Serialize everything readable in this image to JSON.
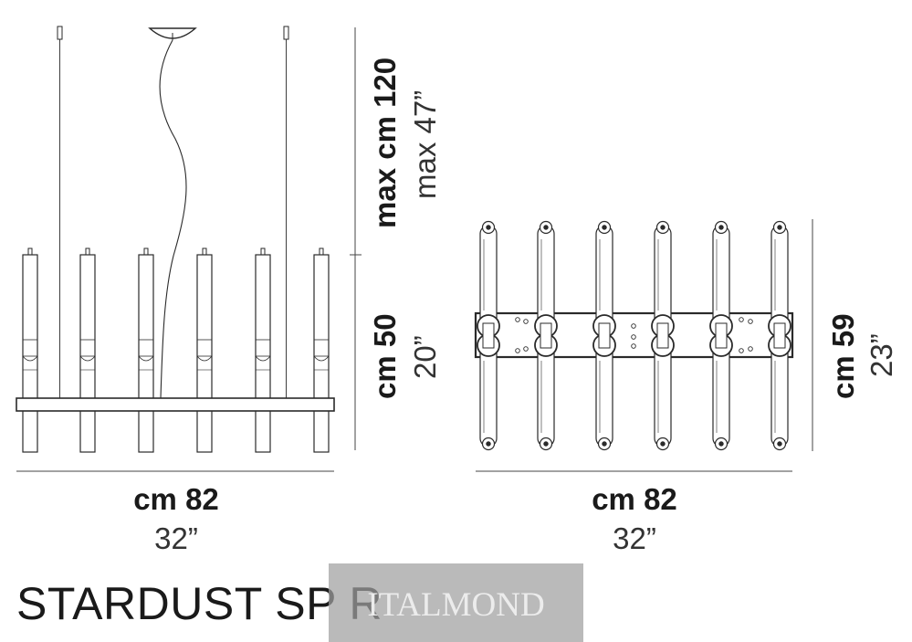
{
  "product_name": "STARDUST SP R",
  "watermark_text": "ITALMOND",
  "dimensions": {
    "side_height_max_cm": "max cm 120",
    "side_height_max_in": "max 47”",
    "side_height_cm": "cm 50",
    "side_height_in": "20”",
    "side_width_cm": "cm 82",
    "side_width_in": "32”",
    "top_width_cm": "cm 82",
    "top_width_in": "32”",
    "top_depth_cm": "cm 59",
    "top_depth_in": "23”"
  },
  "colors": {
    "line": "#2a2a2a",
    "watermark_bg": "#a0a0a0"
  }
}
